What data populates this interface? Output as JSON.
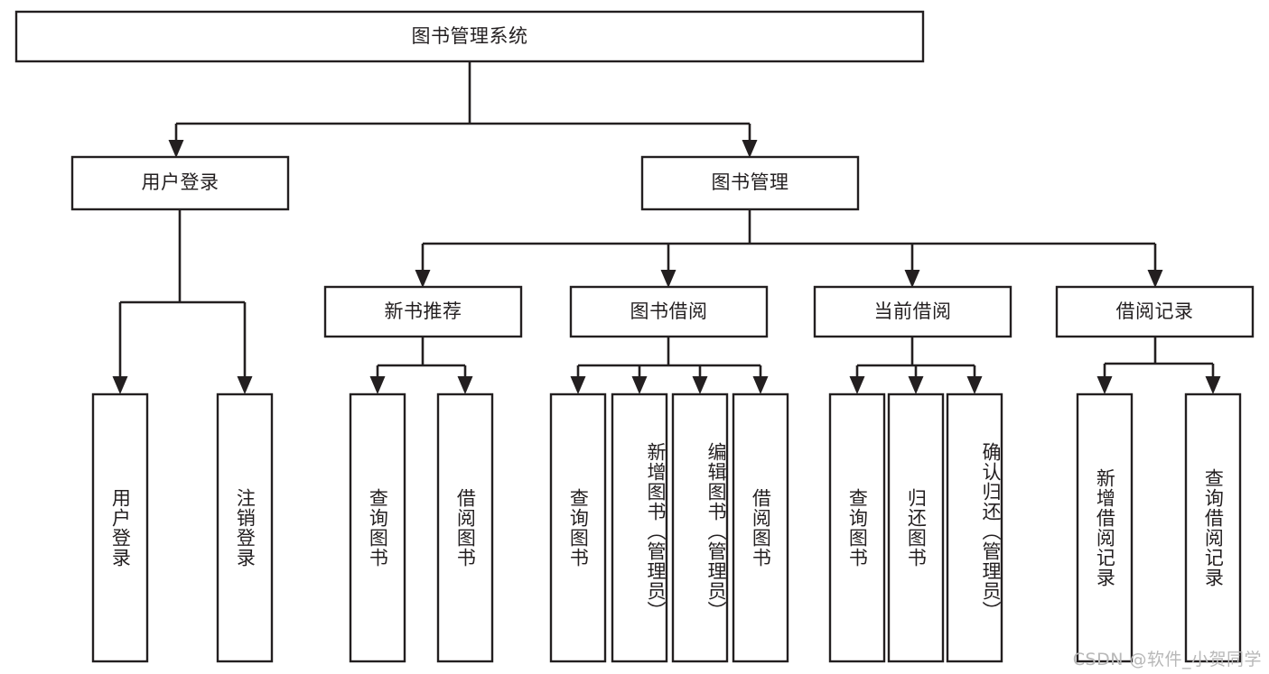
{
  "diagram": {
    "title": "图书管理系统",
    "type": "tree-hierarchy-diagram",
    "orientation": "top-down",
    "colors": {
      "stroke": "#231f20",
      "box_fill": "#ffffff",
      "background": "#ffffff",
      "watermark": "#b8b8b8"
    },
    "levels": [
      {
        "level": 1,
        "nodes": [
          {
            "id": "root",
            "label": "图书管理系统",
            "text_orientation": "horizontal"
          }
        ]
      },
      {
        "level": 2,
        "nodes": [
          {
            "id": "user-login",
            "label": "用户登录",
            "text_orientation": "horizontal",
            "parent": "root"
          },
          {
            "id": "book-manage",
            "label": "图书管理",
            "text_orientation": "horizontal",
            "parent": "root"
          }
        ]
      },
      {
        "level": 3,
        "nodes": [
          {
            "id": "new-book-rec",
            "label": "新书推荐",
            "text_orientation": "horizontal",
            "parent": "book-manage"
          },
          {
            "id": "book-borrow",
            "label": "图书借阅",
            "text_orientation": "horizontal",
            "parent": "book-manage"
          },
          {
            "id": "current-borrow",
            "label": "当前借阅",
            "text_orientation": "horizontal",
            "parent": "book-manage"
          },
          {
            "id": "borrow-record",
            "label": "借阅记录",
            "text_orientation": "horizontal",
            "parent": "book-manage"
          }
        ]
      },
      {
        "level": 4,
        "nodes": [
          {
            "id": "leaf-user-login",
            "label": "用户登录",
            "text_orientation": "vertical",
            "parent": "user-login"
          },
          {
            "id": "leaf-user-logout",
            "label": "注销登录",
            "text_orientation": "vertical",
            "parent": "user-login"
          },
          {
            "id": "leaf-query-book-1",
            "label": "查询图书",
            "text_orientation": "vertical",
            "parent": "new-book-rec"
          },
          {
            "id": "leaf-borrow-book-1",
            "label": "借阅图书",
            "text_orientation": "vertical",
            "parent": "new-book-rec"
          },
          {
            "id": "leaf-query-book-2",
            "label": "查询图书",
            "text_orientation": "vertical",
            "parent": "book-borrow"
          },
          {
            "id": "leaf-add-book",
            "label": "新增图书（管理员）",
            "text_orientation": "vertical",
            "parent": "book-borrow"
          },
          {
            "id": "leaf-edit-book",
            "label": "编辑图书（管理员）",
            "text_orientation": "vertical",
            "parent": "book-borrow"
          },
          {
            "id": "leaf-borrow-book-2",
            "label": "借阅图书",
            "text_orientation": "vertical",
            "parent": "book-borrow"
          },
          {
            "id": "leaf-query-book-3",
            "label": "查询图书",
            "text_orientation": "vertical",
            "parent": "current-borrow"
          },
          {
            "id": "leaf-return-book",
            "label": "归还图书",
            "text_orientation": "vertical",
            "parent": "current-borrow"
          },
          {
            "id": "leaf-confirm-return",
            "label": "确认归还（管理员）",
            "text_orientation": "vertical",
            "parent": "current-borrow"
          },
          {
            "id": "leaf-add-record",
            "label": "新增借阅记录",
            "text_orientation": "vertical",
            "parent": "borrow-record"
          },
          {
            "id": "leaf-query-record",
            "label": "查询借阅记录",
            "text_orientation": "vertical",
            "parent": "borrow-record"
          }
        ]
      }
    ]
  },
  "watermark": {
    "text": "CSDN @软件_小贺同学"
  }
}
